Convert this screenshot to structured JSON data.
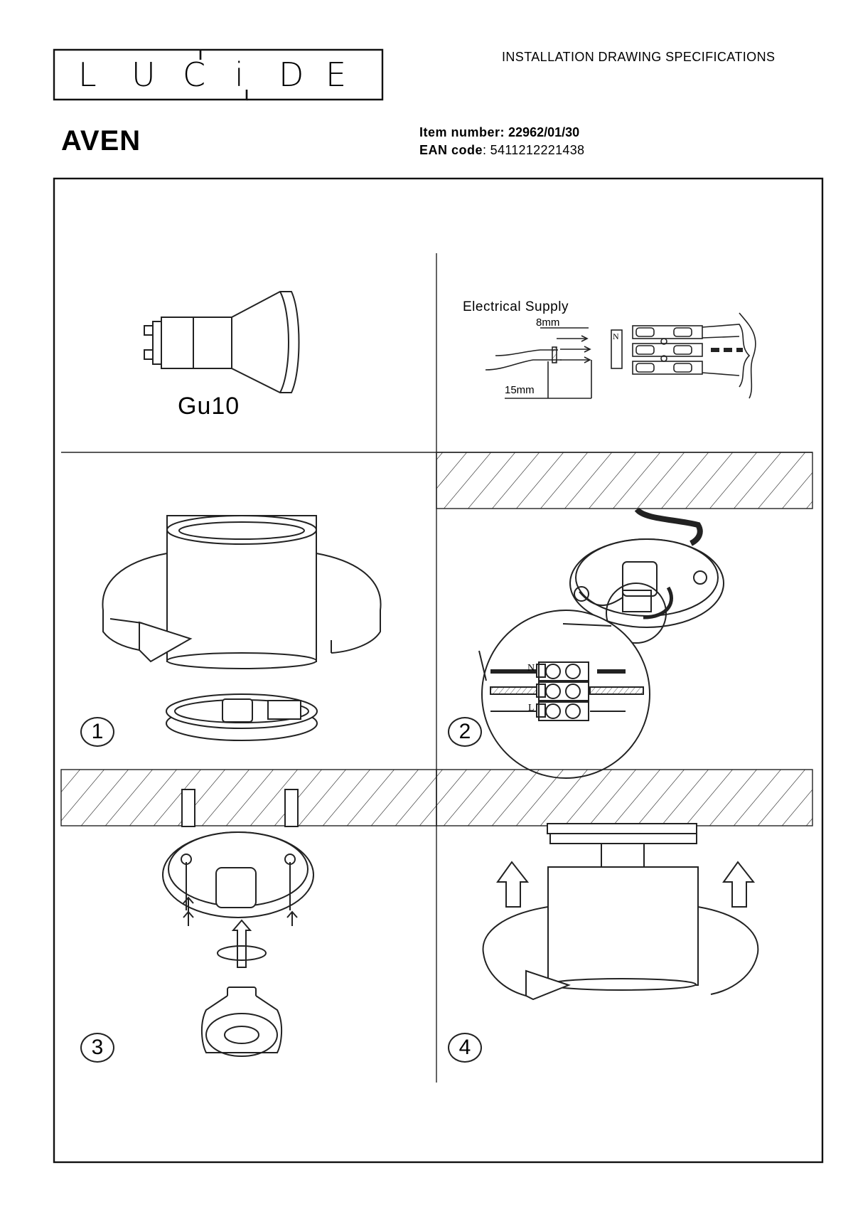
{
  "header": {
    "brand_letters": [
      "L",
      "U",
      "C",
      "i",
      "D",
      "E"
    ],
    "spec_title": "INSTALLATION DRAWING SPECIFICATIONS"
  },
  "product": {
    "name": "AVEN",
    "item_label": "Item number:",
    "item_value": "22962/01/30",
    "ean_label": "EAN code",
    "ean_value": ": 5411212221438"
  },
  "panels": {
    "bulb_type": "Gu10",
    "supply_title": "Electrical Supply",
    "strip_length": "8mm",
    "sheath_length": "15mm",
    "terminal_n": "N",
    "terminal_l": "L"
  },
  "steps": [
    "1",
    "2",
    "3",
    "4"
  ]
}
